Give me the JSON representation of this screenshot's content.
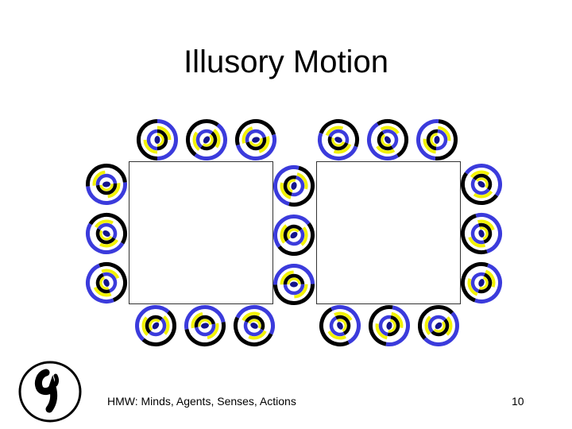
{
  "slide": {
    "title": "Illusory Motion",
    "footer": "HMW: Minds, Agents, Senses, Actions",
    "page_number": "10"
  },
  "colors": {
    "blue": "#3b3bdc",
    "black": "#000000",
    "yellow": "#f2f200",
    "white": "#ffffff",
    "navy": "#14148c"
  },
  "icons": {
    "logo": "hmw-logo-icon",
    "wheel": "ring-wheel-icon"
  }
}
